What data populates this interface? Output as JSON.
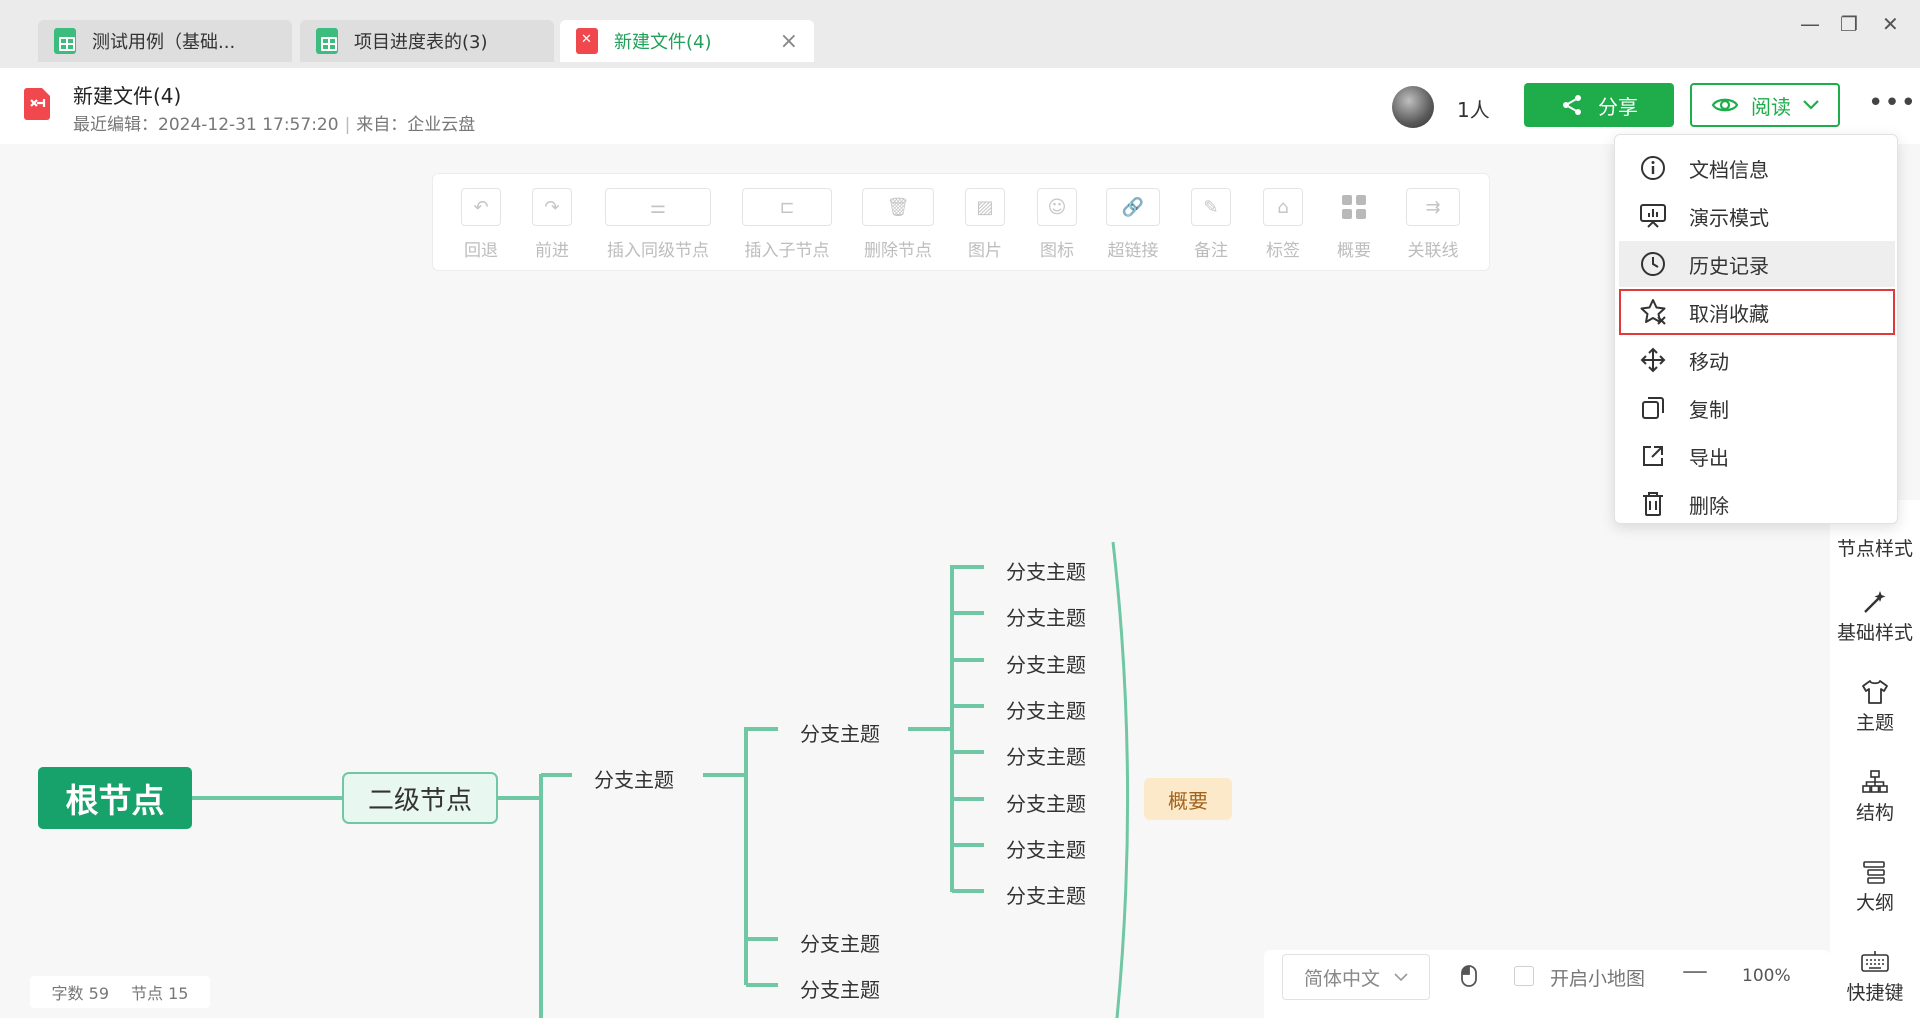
{
  "tabs": [
    {
      "label": "测试用例（基础...",
      "type": "sheet",
      "active": false
    },
    {
      "label": "项目进度表的(3)",
      "type": "sheet",
      "active": false
    },
    {
      "label": "新建文件(4)",
      "type": "xmind",
      "active": true
    }
  ],
  "header": {
    "title": "新建文件(4)",
    "last_edit_label": "最近编辑：",
    "last_edit_time": "2024-12-31 17:57:20",
    "source_label": "来自：",
    "source": "企业云盘",
    "people": "1人",
    "share_label": "分享",
    "read_label": "阅读"
  },
  "toolbar": [
    {
      "label": "回退",
      "icon": "undo-icon"
    },
    {
      "label": "前进",
      "icon": "redo-icon"
    },
    {
      "label": "插入同级节点",
      "icon": "sibling-node-icon"
    },
    {
      "label": "插入子节点",
      "icon": "child-node-icon"
    },
    {
      "label": "删除节点",
      "icon": "trash-icon"
    },
    {
      "label": "图片",
      "icon": "image-icon"
    },
    {
      "label": "图标",
      "icon": "emoji-icon"
    },
    {
      "label": "超链接",
      "icon": "link-icon"
    },
    {
      "label": "备注",
      "icon": "note-icon"
    },
    {
      "label": "标签",
      "icon": "tag-icon"
    },
    {
      "label": "概要",
      "icon": "summary-icon"
    },
    {
      "label": "关联线",
      "icon": "relation-line-icon"
    }
  ],
  "menu": [
    {
      "label": "文档信息",
      "icon": "info-icon"
    },
    {
      "label": "演示模式",
      "icon": "presentation-icon"
    },
    {
      "label": "历史记录",
      "icon": "clock-icon"
    },
    {
      "label": "取消收藏",
      "icon": "unstar-icon"
    },
    {
      "label": "移动",
      "icon": "move-icon"
    },
    {
      "label": "复制",
      "icon": "copy-icon"
    },
    {
      "label": "导出",
      "icon": "export-icon"
    },
    {
      "label": "删除",
      "icon": "trash-icon"
    }
  ],
  "right_panel": [
    {
      "label": "节点样式",
      "icon": "node-style-icon"
    },
    {
      "label": "基础样式",
      "icon": "magic-wand-icon"
    },
    {
      "label": "主题",
      "icon": "shirt-icon"
    },
    {
      "label": "结构",
      "icon": "structure-icon"
    },
    {
      "label": "大纲",
      "icon": "outline-icon"
    },
    {
      "label": "快捷键",
      "icon": "keyboard-icon"
    }
  ],
  "mindmap": {
    "root": "根节点",
    "second": "二级节点",
    "level3": "分支主题",
    "level4": [
      "分支主题",
      "分支主题",
      "分支主题"
    ],
    "level5": [
      "分支主题",
      "分支主题",
      "分支主题",
      "分支主题",
      "分支主题",
      "分支主题",
      "分支主题",
      "分支主题"
    ],
    "summary": "概要"
  },
  "footer": {
    "word_count_label": "字数",
    "word_count": "59",
    "node_count_label": "节点",
    "node_count": "15",
    "language": "简体中文",
    "minimap_label": "开启小地图",
    "zoom_out": "—",
    "zoom": "100%"
  },
  "colors": {
    "brand_green": "#1fad4c",
    "root_green": "#17a16b",
    "line_green": "#6fc7a4",
    "highlight_red": "#e23a3a",
    "summary_bg": "#fbe9c9"
  }
}
